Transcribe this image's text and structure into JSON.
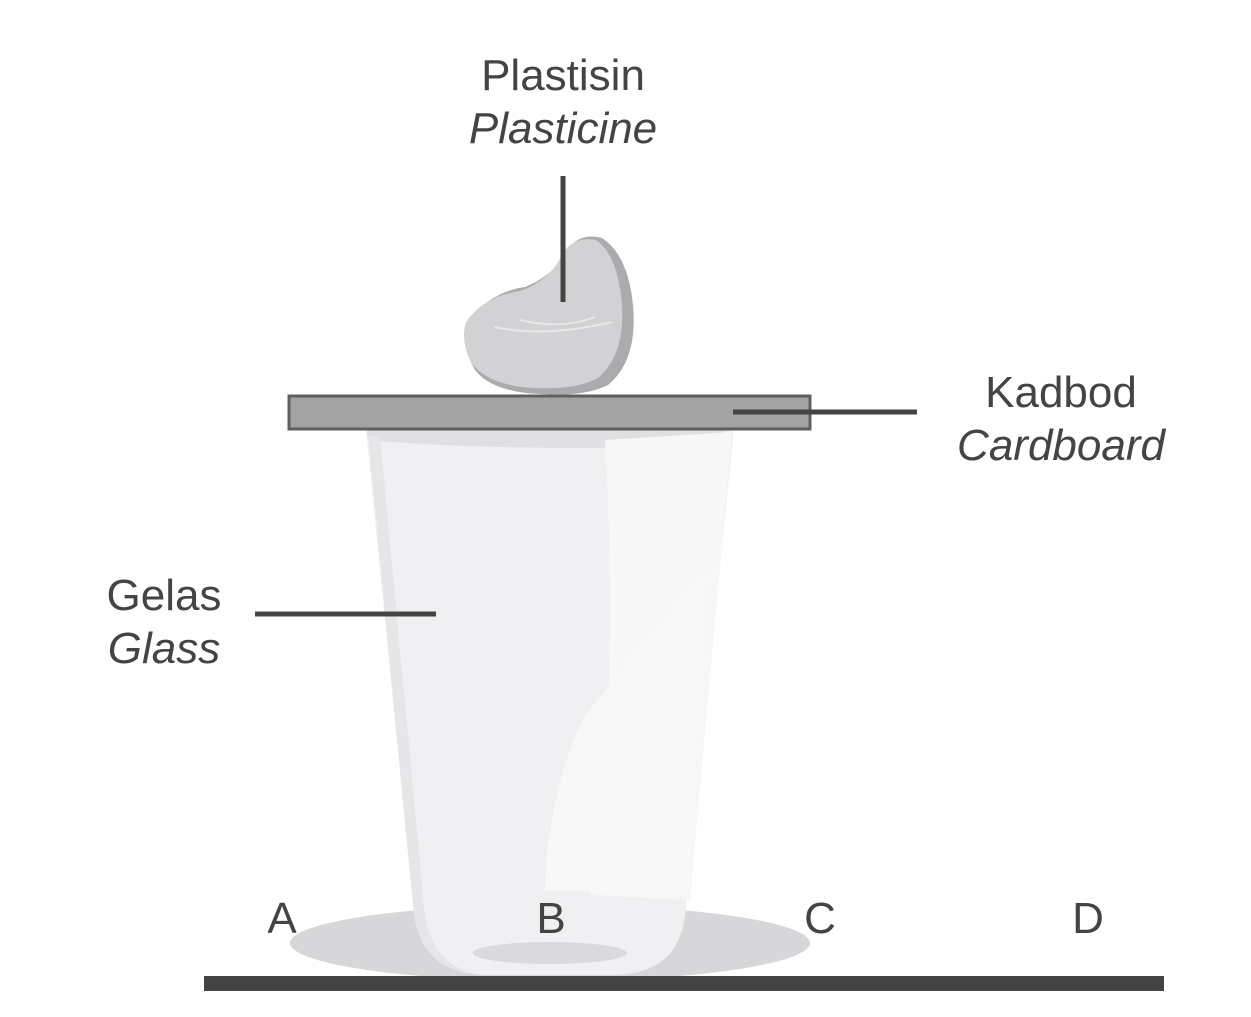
{
  "labels": {
    "plasticine": {
      "malay": "Plastisin",
      "english": "Plasticine"
    },
    "cardboard": {
      "malay": "Kadbod",
      "english": "Cardboard"
    },
    "glass": {
      "malay": "Gelas",
      "english": "Glass"
    }
  },
  "positions": {
    "a": "A",
    "b": "B",
    "c": "C",
    "d": "D"
  },
  "colors": {
    "text": "#444444",
    "leader_line": "#444444",
    "ground": "#444444",
    "cardboard_fill": "#a3a3a3",
    "cardboard_stroke": "#5f5f5f",
    "plasticine_fill": "#d2d1d3",
    "plasticine_shade": "#acaaad",
    "glass_body": "#f0eff1",
    "glass_shadow": "#d2d1d3",
    "ground_shadow": "#d7d6d8"
  }
}
